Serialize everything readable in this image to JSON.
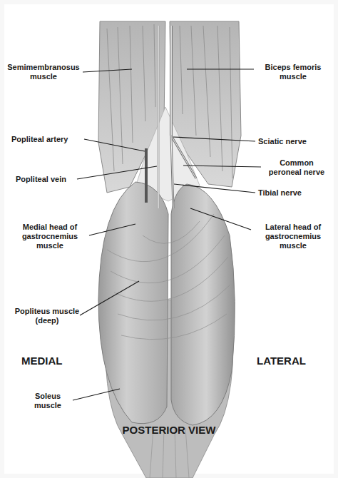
{
  "diagram": {
    "labels": [
      "Semimembranosus muscle",
      "Biceps femoris muscle",
      "Popliteal artery",
      "Sciatic nerve",
      "Common peroneal nerve",
      "Popliteal vein",
      "Tibial nerve",
      "Medial head of gastrocnemius muscle",
      "Lateral head of gastrocnemius muscle",
      "Popliteus muscle (deep)",
      "MEDIAL",
      "LATERAL",
      "Soleus muscle",
      "POSTERIOR VIEW"
    ]
  }
}
